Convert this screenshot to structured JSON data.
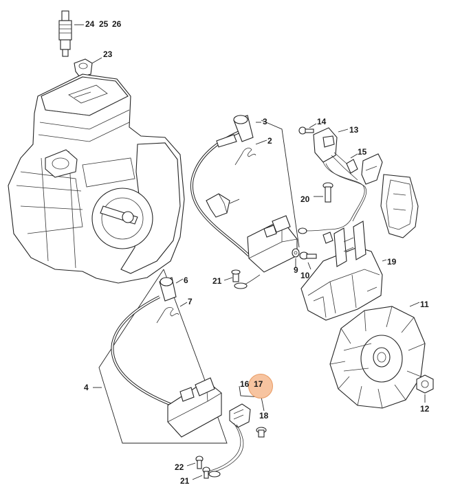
{
  "labels": {
    "l24": "24",
    "l25": "25",
    "l26": "26",
    "l23": "23",
    "l3": "3",
    "l2": "2",
    "l14": "14",
    "l13": "13",
    "l15": "15",
    "l20": "20",
    "l19": "19",
    "l9": "9",
    "l10": "10",
    "l21a": "21",
    "l6": "6",
    "l7": "7",
    "l11": "11",
    "l4": "4",
    "l16": "16",
    "l17": "17",
    "l18": "18",
    "l12": "12",
    "l22": "22",
    "l21b": "21"
  },
  "highlight": {
    "part": "17",
    "color": "#f7c4a0"
  }
}
